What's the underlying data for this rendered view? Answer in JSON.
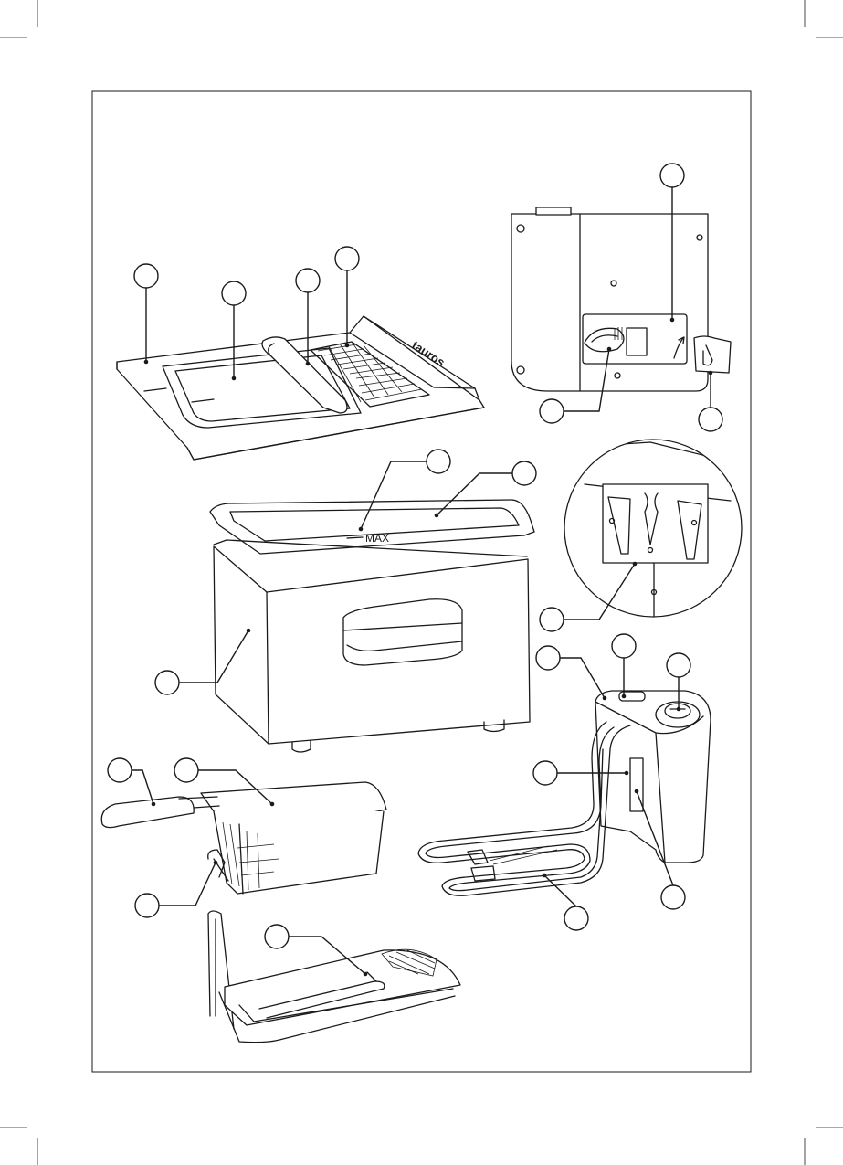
{
  "brand": {
    "logo_text": "tauros"
  },
  "fryer": {
    "max_label": "MAX"
  },
  "colors": {
    "line": "#1a1a1a",
    "background": "#ffffff"
  },
  "callouts": [
    {
      "id": "callout-lid-edge"
    },
    {
      "id": "callout-lid-window"
    },
    {
      "id": "callout-lid-handle"
    },
    {
      "id": "callout-lid-filter"
    },
    {
      "id": "callout-max-mark"
    },
    {
      "id": "callout-oil-tank"
    },
    {
      "id": "callout-body"
    },
    {
      "id": "callout-basket-handle"
    },
    {
      "id": "callout-basket"
    },
    {
      "id": "callout-basket-hook"
    },
    {
      "id": "callout-drain-rack"
    },
    {
      "id": "callout-rear-cover"
    },
    {
      "id": "callout-cord"
    },
    {
      "id": "callout-cord-clip"
    },
    {
      "id": "callout-mount-bracket"
    },
    {
      "id": "callout-control-box"
    },
    {
      "id": "callout-pilot-light"
    },
    {
      "id": "callout-thermostat-knob"
    },
    {
      "id": "callout-element-support"
    },
    {
      "id": "callout-heating-element"
    },
    {
      "id": "callout-safety-switch"
    }
  ]
}
